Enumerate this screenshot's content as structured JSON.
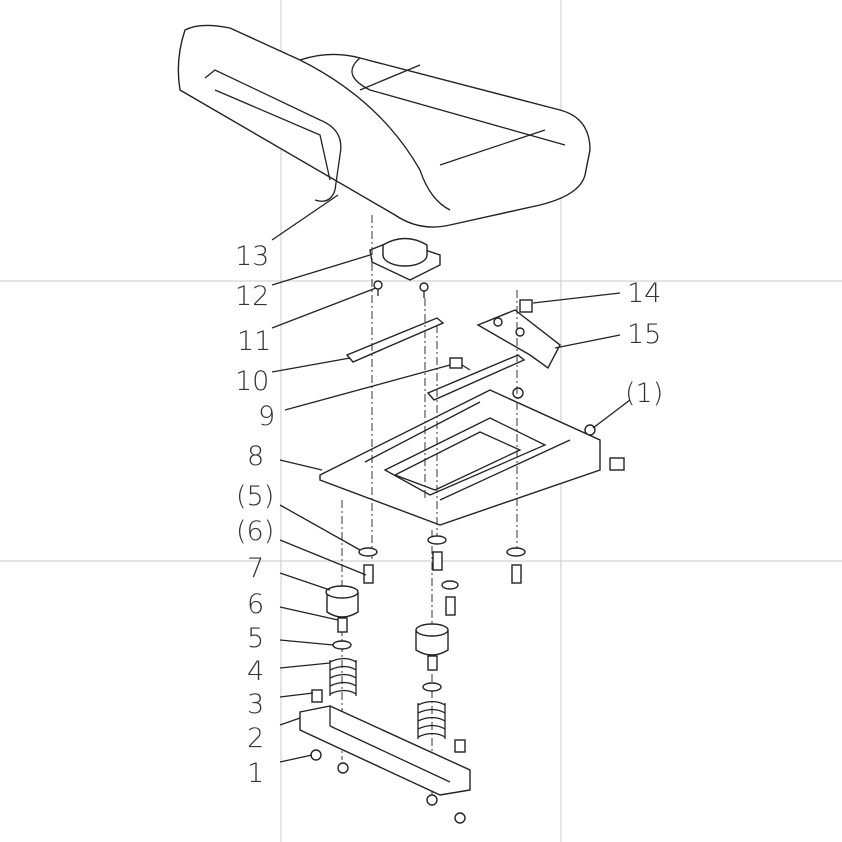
{
  "diagram": {
    "labels": {
      "p13": "13",
      "p12": "12",
      "p11": "11",
      "p10": "10",
      "p9": "9",
      "p8": "8",
      "p5b": "(5)",
      "p6b": "(6)",
      "p7": "7",
      "p6": "6",
      "p5": "5",
      "p4": "4",
      "p3": "3",
      "p2": "2",
      "p1": "1",
      "p14": "14",
      "p15": "15",
      "p1b": "(1)"
    }
  }
}
